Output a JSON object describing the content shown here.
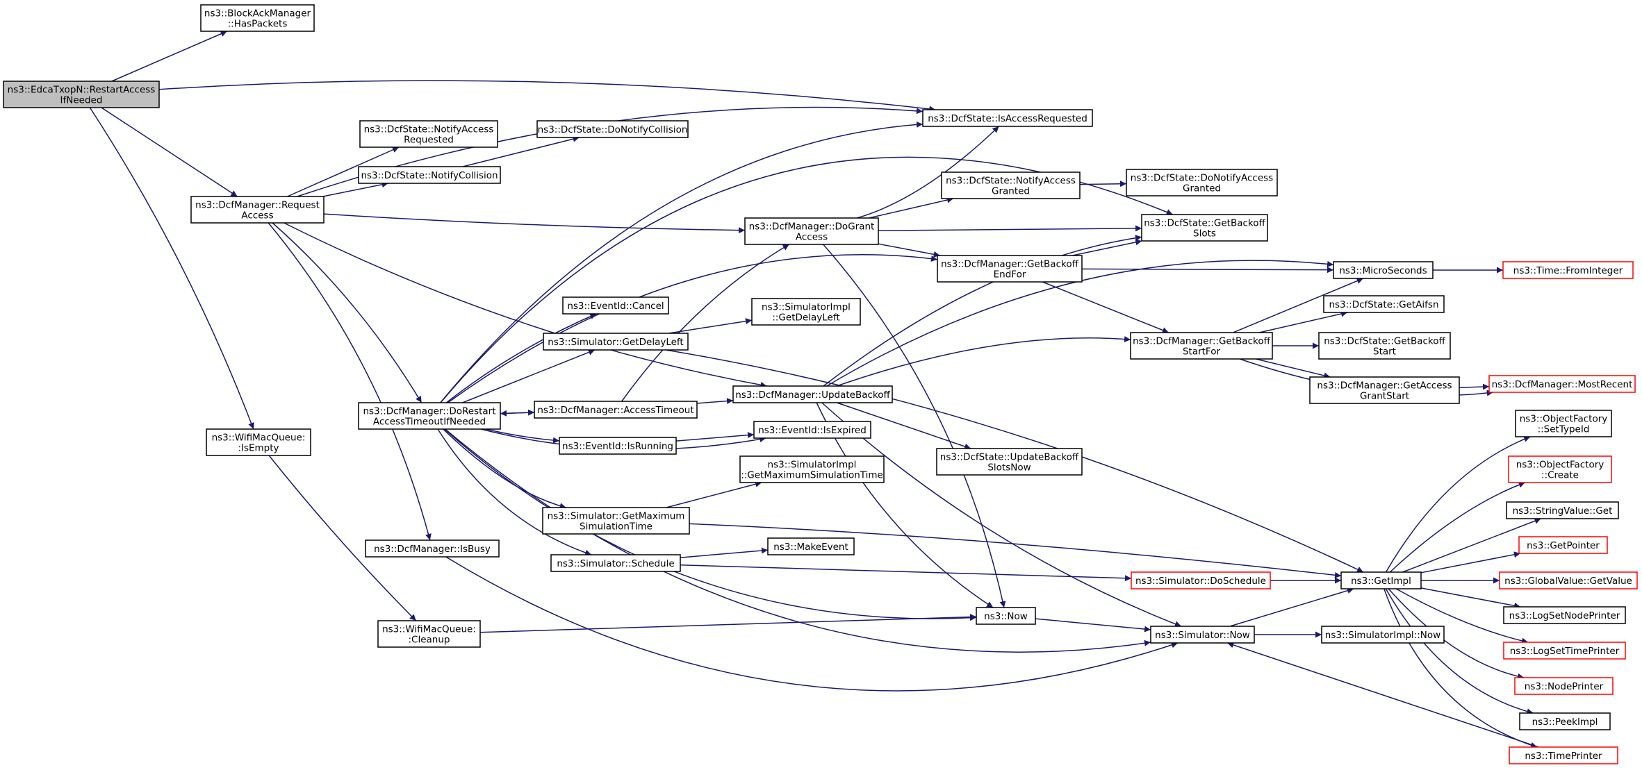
{
  "colors": {
    "edge": "#191970",
    "node_border": "#000000",
    "node_fill": "#ffffff",
    "root_fill": "#bfbfbf",
    "truncated_border": "#ff0000"
  },
  "nodes": [
    {
      "id": "root",
      "lines": [
        "ns3::EdcaTxopN::RestartAccess",
        "IfNeeded"
      ],
      "style": "root"
    },
    {
      "id": "blockack",
      "lines": [
        "ns3::BlockAckManager",
        "::HasPackets"
      ],
      "style": "normal"
    },
    {
      "id": "req_access",
      "lines": [
        "ns3::DcfManager::Request",
        "Access"
      ],
      "style": "normal"
    },
    {
      "id": "wifi_isempty",
      "lines": [
        "ns3::WifiMacQueue:",
        ":IsEmpty"
      ],
      "style": "normal"
    },
    {
      "id": "notify_access_req",
      "lines": [
        "ns3::DcfState::NotifyAccess",
        "Requested"
      ],
      "style": "normal"
    },
    {
      "id": "notify_collision",
      "lines": [
        "ns3::DcfState::NotifyCollision"
      ],
      "style": "normal"
    },
    {
      "id": "do_notify_collision",
      "lines": [
        "ns3::DcfState::DoNotifyCollision"
      ],
      "style": "normal"
    },
    {
      "id": "is_access_requested",
      "lines": [
        "ns3::DcfState::IsAccessRequested"
      ],
      "style": "normal"
    },
    {
      "id": "do_grant_access",
      "lines": [
        "ns3::DcfManager::DoGrant",
        "Access"
      ],
      "style": "normal"
    },
    {
      "id": "notify_access_granted",
      "lines": [
        "ns3::DcfState::NotifyAccess",
        "Granted"
      ],
      "style": "normal"
    },
    {
      "id": "do_notify_access_granted",
      "lines": [
        "ns3::DcfState::DoNotifyAccess",
        "Granted"
      ],
      "style": "normal"
    },
    {
      "id": "get_backoff_slots",
      "lines": [
        "ns3::DcfState::GetBackoff",
        "Slots"
      ],
      "style": "normal"
    },
    {
      "id": "get_backoff_endfor",
      "lines": [
        "ns3::DcfManager::GetBackoff",
        "EndFor"
      ],
      "style": "normal"
    },
    {
      "id": "microseconds",
      "lines": [
        "ns3::MicroSeconds"
      ],
      "style": "normal"
    },
    {
      "id": "time_frominteger",
      "lines": [
        "ns3::Time::FromInteger"
      ],
      "style": "truncated"
    },
    {
      "id": "eventid_cancel",
      "lines": [
        "ns3::EventId::Cancel"
      ],
      "style": "normal"
    },
    {
      "id": "simimpl_getdelayleft",
      "lines": [
        "ns3::SimulatorImpl",
        "::GetDelayLeft"
      ],
      "style": "normal"
    },
    {
      "id": "sim_getdelayleft",
      "lines": [
        "ns3::Simulator::GetDelayLeft"
      ],
      "style": "normal"
    },
    {
      "id": "get_backoff_startfor",
      "lines": [
        "ns3::DcfManager::GetBackoff",
        "StartFor"
      ],
      "style": "normal"
    },
    {
      "id": "get_aifsn",
      "lines": [
        "ns3::DcfState::GetAifsn"
      ],
      "style": "normal"
    },
    {
      "id": "get_backoff_start",
      "lines": [
        "ns3::DcfState::GetBackoff",
        "Start"
      ],
      "style": "normal"
    },
    {
      "id": "get_access_grantstart",
      "lines": [
        "ns3::DcfManager::GetAccess",
        "GrantStart"
      ],
      "style": "normal"
    },
    {
      "id": "most_recent",
      "lines": [
        "ns3::DcfManager::MostRecent"
      ],
      "style": "truncated"
    },
    {
      "id": "do_restart",
      "lines": [
        "ns3::DcfManager::DoRestart",
        "AccessTimeoutIfNeeded"
      ],
      "style": "normal"
    },
    {
      "id": "access_timeout",
      "lines": [
        "ns3::DcfManager::AccessTimeout"
      ],
      "style": "normal"
    },
    {
      "id": "update_backoff",
      "lines": [
        "ns3::DcfManager::UpdateBackoff"
      ],
      "style": "normal"
    },
    {
      "id": "eventid_isrunning",
      "lines": [
        "ns3::EventId::IsRunning"
      ],
      "style": "normal"
    },
    {
      "id": "eventid_isexpired",
      "lines": [
        "ns3::EventId::IsExpired"
      ],
      "style": "normal"
    },
    {
      "id": "update_backoff_slotsnow",
      "lines": [
        "ns3::DcfState::UpdateBackoff",
        "SlotsNow"
      ],
      "style": "normal"
    },
    {
      "id": "simimpl_getmaxsimtime",
      "lines": [
        "ns3::SimulatorImpl",
        "::GetMaximumSimulationTime"
      ],
      "style": "normal"
    },
    {
      "id": "sim_getmaxsimtime",
      "lines": [
        "ns3::Simulator::GetMaximum",
        "SimulationTime"
      ],
      "style": "normal"
    },
    {
      "id": "objfactory_settypeid",
      "lines": [
        "ns3::ObjectFactory",
        "::SetTypeId"
      ],
      "style": "normal"
    },
    {
      "id": "objfactory_create",
      "lines": [
        "ns3::ObjectFactory",
        "::Create"
      ],
      "style": "truncated"
    },
    {
      "id": "stringvalue_get",
      "lines": [
        "ns3::StringValue::Get"
      ],
      "style": "normal"
    },
    {
      "id": "get_pointer",
      "lines": [
        "ns3::GetPointer"
      ],
      "style": "truncated"
    },
    {
      "id": "dcfmanager_isbusy",
      "lines": [
        "ns3::DcfManager::IsBusy"
      ],
      "style": "normal"
    },
    {
      "id": "sim_schedule",
      "lines": [
        "ns3::Simulator::Schedule"
      ],
      "style": "normal"
    },
    {
      "id": "make_event",
      "lines": [
        "ns3::MakeEvent"
      ],
      "style": "normal"
    },
    {
      "id": "sim_doschedule",
      "lines": [
        "ns3::Simulator::DoSchedule"
      ],
      "style": "truncated"
    },
    {
      "id": "get_impl",
      "lines": [
        "ns3::GetImpl"
      ],
      "style": "normal"
    },
    {
      "id": "globalvalue_getvalue",
      "lines": [
        "ns3::GlobalValue::GetValue"
      ],
      "style": "truncated"
    },
    {
      "id": "log_set_node_printer",
      "lines": [
        "ns3::LogSetNodePrinter"
      ],
      "style": "normal"
    },
    {
      "id": "wifi_cleanup",
      "lines": [
        "ns3::WifiMacQueue:",
        ":Cleanup"
      ],
      "style": "normal"
    },
    {
      "id": "ns3_now",
      "lines": [
        "ns3::Now"
      ],
      "style": "normal"
    },
    {
      "id": "sim_now",
      "lines": [
        "ns3::Simulator::Now"
      ],
      "style": "normal"
    },
    {
      "id": "simimpl_now",
      "lines": [
        "ns3::SimulatorImpl::Now"
      ],
      "style": "normal"
    },
    {
      "id": "log_set_time_printer",
      "lines": [
        "ns3::LogSetTimePrinter"
      ],
      "style": "truncated"
    },
    {
      "id": "node_printer",
      "lines": [
        "ns3::NodePrinter"
      ],
      "style": "truncated"
    },
    {
      "id": "peek_impl",
      "lines": [
        "ns3::PeekImpl"
      ],
      "style": "normal"
    },
    {
      "id": "time_printer",
      "lines": [
        "ns3::TimePrinter"
      ],
      "style": "truncated"
    }
  ],
  "edges": [
    [
      "root",
      "blockack"
    ],
    [
      "root",
      "is_access_requested"
    ],
    [
      "root",
      "req_access"
    ],
    [
      "root",
      "wifi_isempty"
    ],
    [
      "req_access",
      "notify_access_req"
    ],
    [
      "req_access",
      "notify_collision"
    ],
    [
      "req_access",
      "is_access_requested"
    ],
    [
      "req_access",
      "do_grant_access"
    ],
    [
      "req_access",
      "update_backoff"
    ],
    [
      "req_access",
      "do_restart"
    ],
    [
      "req_access",
      "dcfmanager_isbusy"
    ],
    [
      "notify_collision",
      "do_notify_collision"
    ],
    [
      "do_grant_access",
      "is_access_requested"
    ],
    [
      "do_grant_access",
      "notify_access_granted"
    ],
    [
      "do_grant_access",
      "get_backoff_slots"
    ],
    [
      "do_grant_access",
      "get_backoff_endfor"
    ],
    [
      "do_grant_access",
      "ns3_now"
    ],
    [
      "notify_access_granted",
      "do_notify_access_granted"
    ],
    [
      "get_backoff_endfor",
      "get_backoff_slots"
    ],
    [
      "get_backoff_endfor",
      "microseconds"
    ],
    [
      "get_backoff_endfor",
      "get_backoff_startfor"
    ],
    [
      "microseconds",
      "time_frominteger"
    ],
    [
      "get_backoff_startfor",
      "microseconds"
    ],
    [
      "get_backoff_startfor",
      "get_aifsn"
    ],
    [
      "get_backoff_startfor",
      "get_backoff_start"
    ],
    [
      "get_backoff_startfor",
      "get_access_grantstart"
    ],
    [
      "get_backoff_startfor",
      "most_recent"
    ],
    [
      "get_access_grantstart",
      "most_recent"
    ],
    [
      "wifi_isempty",
      "wifi_cleanup"
    ],
    [
      "do_restart",
      "is_access_requested"
    ],
    [
      "do_restart",
      "get_backoff_slots"
    ],
    [
      "do_restart",
      "get_backoff_endfor"
    ],
    [
      "do_restart",
      "eventid_cancel"
    ],
    [
      "do_restart",
      "sim_getdelayleft"
    ],
    [
      "do_restart",
      "access_timeout"
    ],
    [
      "do_restart",
      "eventid_isrunning"
    ],
    [
      "do_restart",
      "eventid_isexpired"
    ],
    [
      "do_restart",
      "sim_getmaxsimtime"
    ],
    [
      "do_restart",
      "sim_schedule"
    ],
    [
      "do_restart",
      "ns3_now"
    ],
    [
      "do_restart",
      "sim_now"
    ],
    [
      "sim_getdelayleft",
      "simimpl_getdelayleft"
    ],
    [
      "sim_getdelayleft",
      "get_impl"
    ],
    [
      "access_timeout",
      "do_restart"
    ],
    [
      "access_timeout",
      "do_grant_access"
    ],
    [
      "access_timeout",
      "update_backoff"
    ],
    [
      "update_backoff",
      "microseconds"
    ],
    [
      "update_backoff",
      "get_backoff_startfor"
    ],
    [
      "update_backoff",
      "get_backoff_slots"
    ],
    [
      "update_backoff",
      "update_backoff_slotsnow"
    ],
    [
      "update_backoff",
      "ns3_now"
    ],
    [
      "update_backoff",
      "sim_now"
    ],
    [
      "eventid_isrunning",
      "eventid_isexpired"
    ],
    [
      "sim_getmaxsimtime",
      "simimpl_getmaxsimtime"
    ],
    [
      "sim_getmaxsimtime",
      "get_impl"
    ],
    [
      "sim_schedule",
      "make_event"
    ],
    [
      "sim_schedule",
      "sim_doschedule"
    ],
    [
      "sim_doschedule",
      "get_impl"
    ],
    [
      "dcfmanager_isbusy",
      "sim_now"
    ],
    [
      "wifi_cleanup",
      "ns3_now"
    ],
    [
      "ns3_now",
      "sim_now"
    ],
    [
      "sim_now",
      "get_impl"
    ],
    [
      "sim_now",
      "simimpl_now"
    ],
    [
      "get_impl",
      "objfactory_settypeid"
    ],
    [
      "get_impl",
      "objfactory_create"
    ],
    [
      "get_impl",
      "stringvalue_get"
    ],
    [
      "get_impl",
      "get_pointer"
    ],
    [
      "get_impl",
      "globalvalue_getvalue"
    ],
    [
      "get_impl",
      "log_set_node_printer"
    ],
    [
      "get_impl",
      "log_set_time_printer"
    ],
    [
      "get_impl",
      "node_printer"
    ],
    [
      "get_impl",
      "peek_impl"
    ],
    [
      "get_impl",
      "time_printer"
    ],
    [
      "time_printer",
      "sim_now"
    ]
  ]
}
